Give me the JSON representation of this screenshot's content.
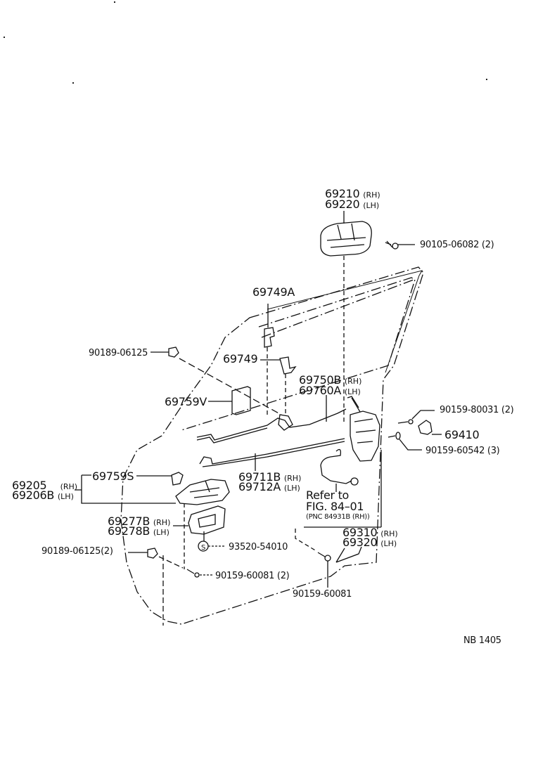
{
  "diagram": {
    "title_code": "NB 1405",
    "parts": [
      {
        "id": "outer-handle",
        "numbers": [
          "69210",
          "69220"
        ],
        "sides": [
          "(RH)",
          "(LH)"
        ]
      },
      {
        "id": "outer-handle-bolt",
        "number": "90105-06082 (2)"
      },
      {
        "id": "rod-guide-a",
        "number": "69749A"
      },
      {
        "id": "rod-guide",
        "number": "69749"
      },
      {
        "id": "clip-top",
        "number": "90189-06125"
      },
      {
        "id": "protector",
        "number": "69759V"
      },
      {
        "id": "lock-rod",
        "numbers": [
          "69750B",
          "69760A"
        ],
        "sides": [
          "(RH)",
          "(LH)"
        ]
      },
      {
        "id": "striker-screw",
        "number": "90159-80031 (2)"
      },
      {
        "id": "striker",
        "number": "69410"
      },
      {
        "id": "lock-screw",
        "number": "90159-60542 (3)"
      },
      {
        "id": "clip-mid",
        "number": "69759S"
      },
      {
        "id": "inner-handle",
        "numbers": [
          "69205",
          "69206B"
        ],
        "sides": [
          "(RH)",
          "(LH)"
        ]
      },
      {
        "id": "link-rod",
        "numbers": [
          "69711B",
          "69712A"
        ],
        "sides": [
          "(RH)",
          "(LH)"
        ]
      },
      {
        "id": "refer",
        "lines": [
          "Refer to",
          "FIG. 84–01",
          "(PNC 84931B (RH))"
        ]
      },
      {
        "id": "bezel",
        "numbers": [
          "69277B",
          "69278B"
        ],
        "sides": [
          "(RH)",
          "(LH)"
        ]
      },
      {
        "id": "door-lock",
        "numbers": [
          "69310",
          "69320"
        ],
        "sides": [
          "(RH)",
          "(LH)"
        ]
      },
      {
        "id": "screw-s",
        "symbol": "S",
        "number": "93520-54010"
      },
      {
        "id": "clip-bottom",
        "number": "90189-06125(2)"
      },
      {
        "id": "screw-bottom-left",
        "number": "90159-60081 (2)"
      },
      {
        "id": "screw-bottom-right",
        "number": "90159-60081"
      }
    ]
  }
}
